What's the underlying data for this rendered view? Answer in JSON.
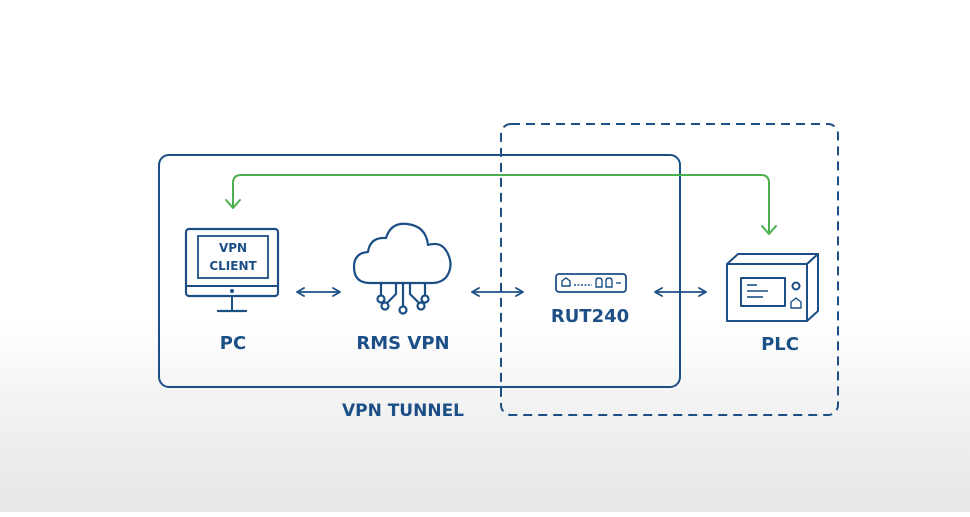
{
  "colors": {
    "primary": "#1c4f86",
    "green": "#4caf50",
    "screen_fill": "#ffffff"
  },
  "labels": {
    "pc": "PC",
    "rms_vpn": "RMS VPN",
    "router": "RUT240",
    "plc": "PLC",
    "tunnel": "VPN TUNNEL",
    "vpn_client_line1": "VPN",
    "vpn_client_line2": "CLIENT"
  },
  "icons": {
    "pc": "monitor-icon",
    "cloud": "cloud-network-icon",
    "router": "router-icon",
    "plc": "plc-device-icon"
  }
}
